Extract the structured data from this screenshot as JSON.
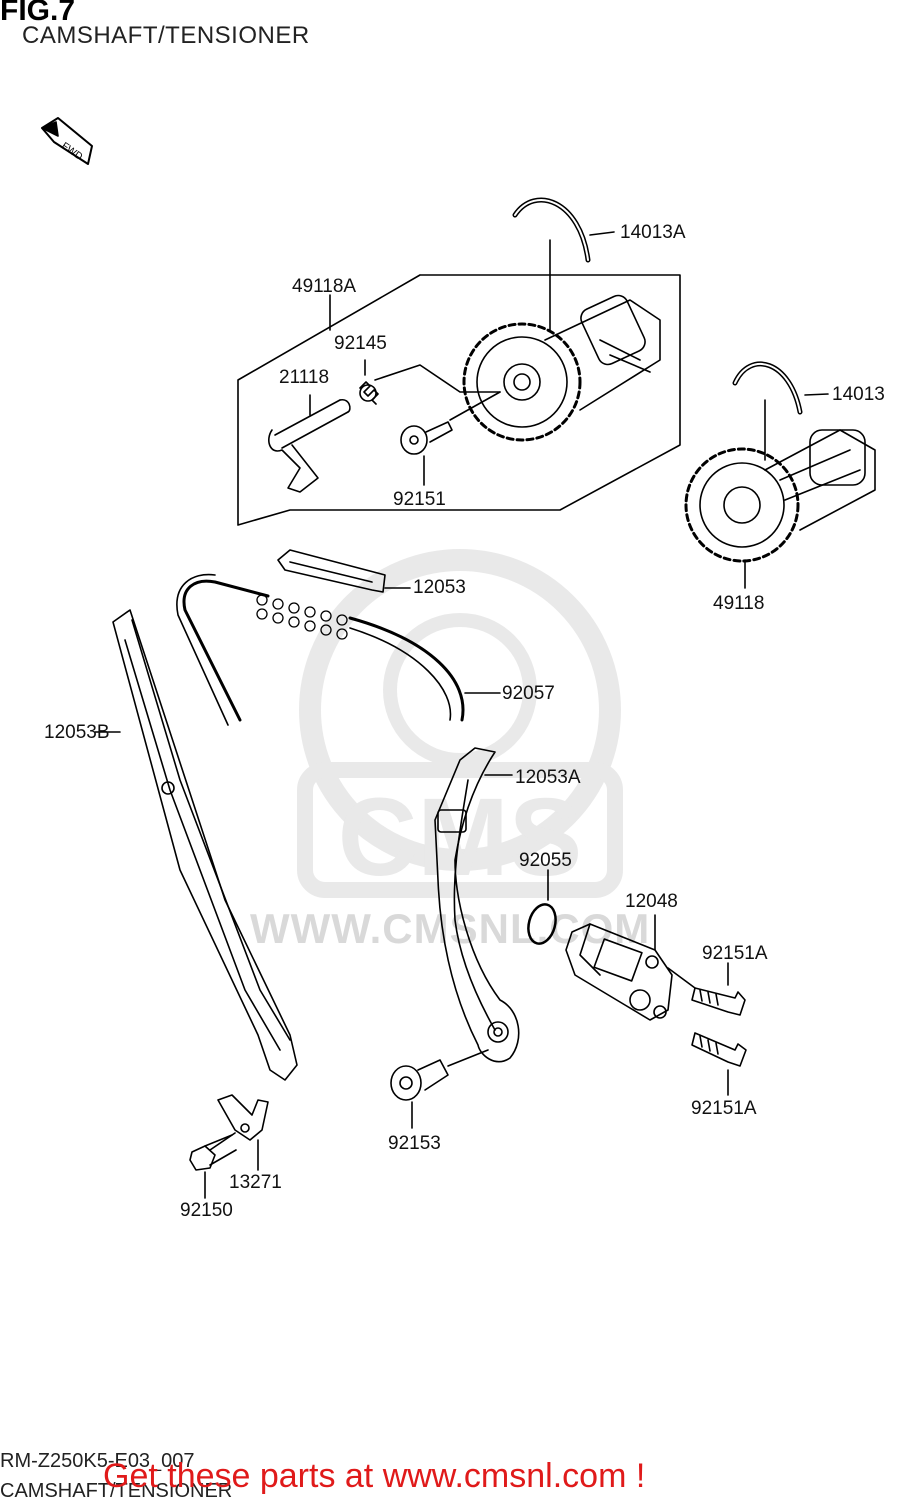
{
  "figure": {
    "title": "FIG.7",
    "subtitle": "CAMSHAFT/TENSIONER"
  },
  "direction_badge": "FWD",
  "part_labels": [
    "14013A",
    "49118A",
    "92145",
    "21118",
    "92151",
    "14013",
    "49118",
    "12053",
    "92057",
    "12053B",
    "12053A",
    "92055",
    "12048",
    "92151A",
    "92151A",
    "92153",
    "13271",
    "92150"
  ],
  "watermark": {
    "brand": "CMS",
    "url": "WWW.CMSNL.COM"
  },
  "footer": {
    "code": "RM-Z250K5-E03_007",
    "caption": "CAMSHAFT/TENSIONER",
    "promo": "Get these parts at www.cmsnl.com !",
    "promo_color": "#e01a1a"
  }
}
